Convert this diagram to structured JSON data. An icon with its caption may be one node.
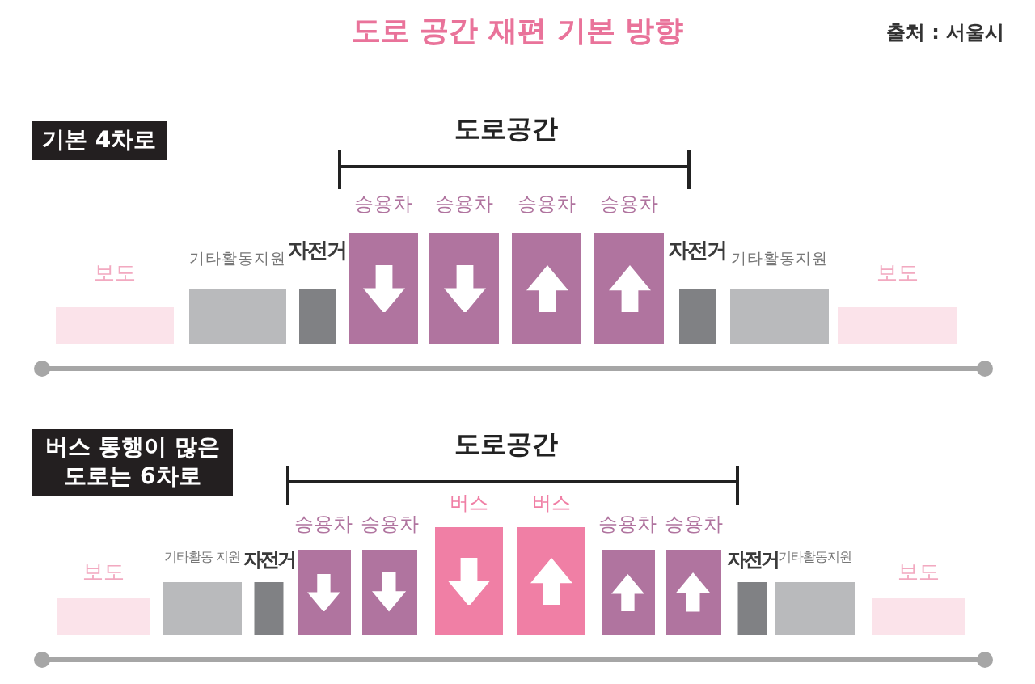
{
  "diagram": {
    "title": "도로 공간 재편 기본 방향",
    "nodes": [
      {
        "text": [
          "보도"
        ]
      },
      {
        "text": [
          "기타활동지원"
        ]
      },
      {
        "text": [
          "자전거"
        ]
      },
      {
        "text": [
          "승용차"
        ]
      },
      {
        "text": [
          "승용차"
        ]
      },
      {
        "text": [
          "승용차"
        ]
      },
      {
        "text": [
          "승용차"
        ]
      },
      {
        "text": [
          "자전거"
        ]
      },
      {
        "text": [
          "기타활동지원"
        ]
      },
      {
        "text": [
          "보도"
        ]
      },
      {
        "text": [
          "보도"
        ]
      },
      {
        "text": [
          "기타활동 지원"
        ]
      },
      {
        "text": [
          "자전거"
        ]
      },
      {
        "text": [
          "승용차"
        ]
      },
      {
        "text": [
          "승용차"
        ]
      },
      {
        "text": [
          "버스"
        ]
      },
      {
        "text": [
          "버스"
        ]
      },
      {
        "text": [
          "승용차"
        ]
      },
      {
        "text": [
          "승용차"
        ]
      },
      {
        "text": [
          "자전거"
        ]
      },
      {
        "text": [
          "기타활동지원"
        ]
      },
      {
        "text": [
          "보도"
        ]
      }
    ],
    "labels": [
      "출처 : 서울시",
      "기본 4차로",
      "도로공간",
      "버스 통행이 많은 도로는 6차로",
      "도로공간"
    ]
  }
}
